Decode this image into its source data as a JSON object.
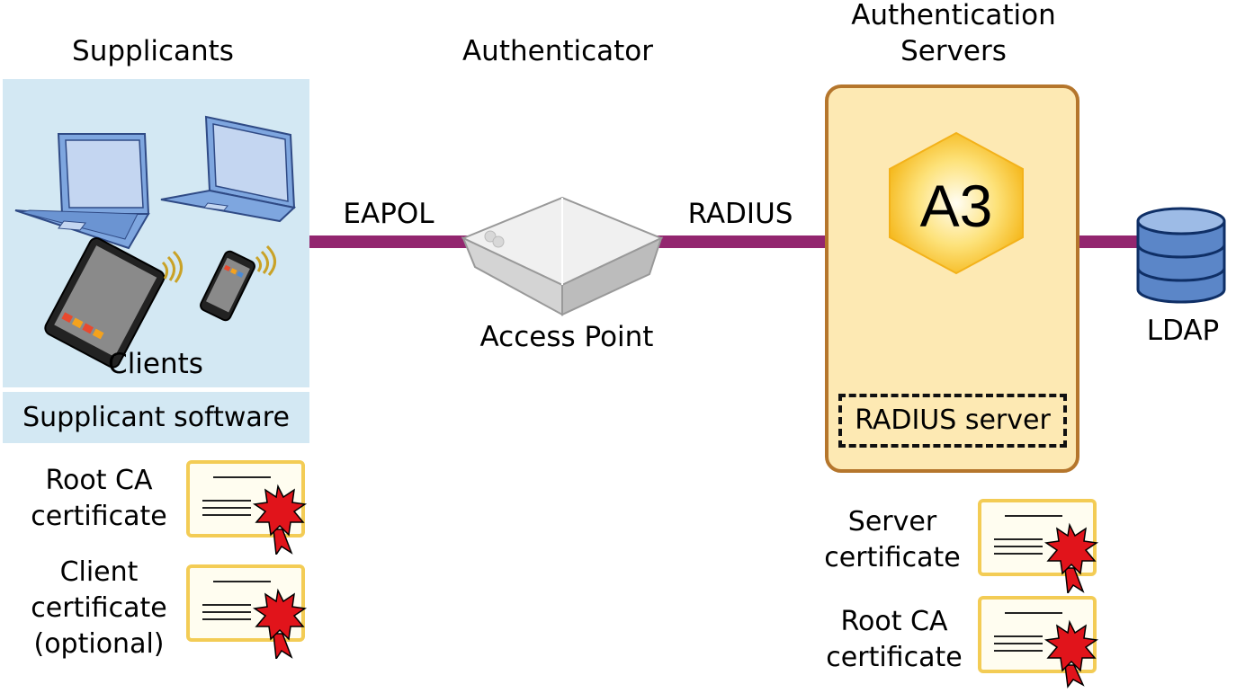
{
  "headers": {
    "supplicants": "Supplicants",
    "authenticator": "Authenticator",
    "auth_servers_line1": "Authentication",
    "auth_servers_line2": "Servers"
  },
  "links": {
    "eapol": "EAPOL",
    "radius": "RADIUS"
  },
  "clients": {
    "label": "Clients",
    "software": "Supplicant software"
  },
  "access_point": {
    "label": "Access Point"
  },
  "server": {
    "logo": "A3",
    "radius_server": "RADIUS server"
  },
  "ldap": {
    "label": "LDAP"
  },
  "certificates": {
    "root_ca_left_line1": "Root CA",
    "root_ca_left_line2": "certificate",
    "client_line1": "Client",
    "client_line2": "certificate",
    "client_line3": "(optional)",
    "server_line1": "Server",
    "server_line2": "certificate",
    "root_ca_right_line1": "Root CA",
    "root_ca_right_line2": "certificate"
  },
  "colors": {
    "wire": "#93266f",
    "panel": "#d3e8f3",
    "server_fill": "#fde9b3",
    "server_border": "#b5762c",
    "hexagon": "#f9c42a",
    "cert_border": "#f3cc55",
    "seal": "#e1141b",
    "ldap": "#5b86c8"
  }
}
